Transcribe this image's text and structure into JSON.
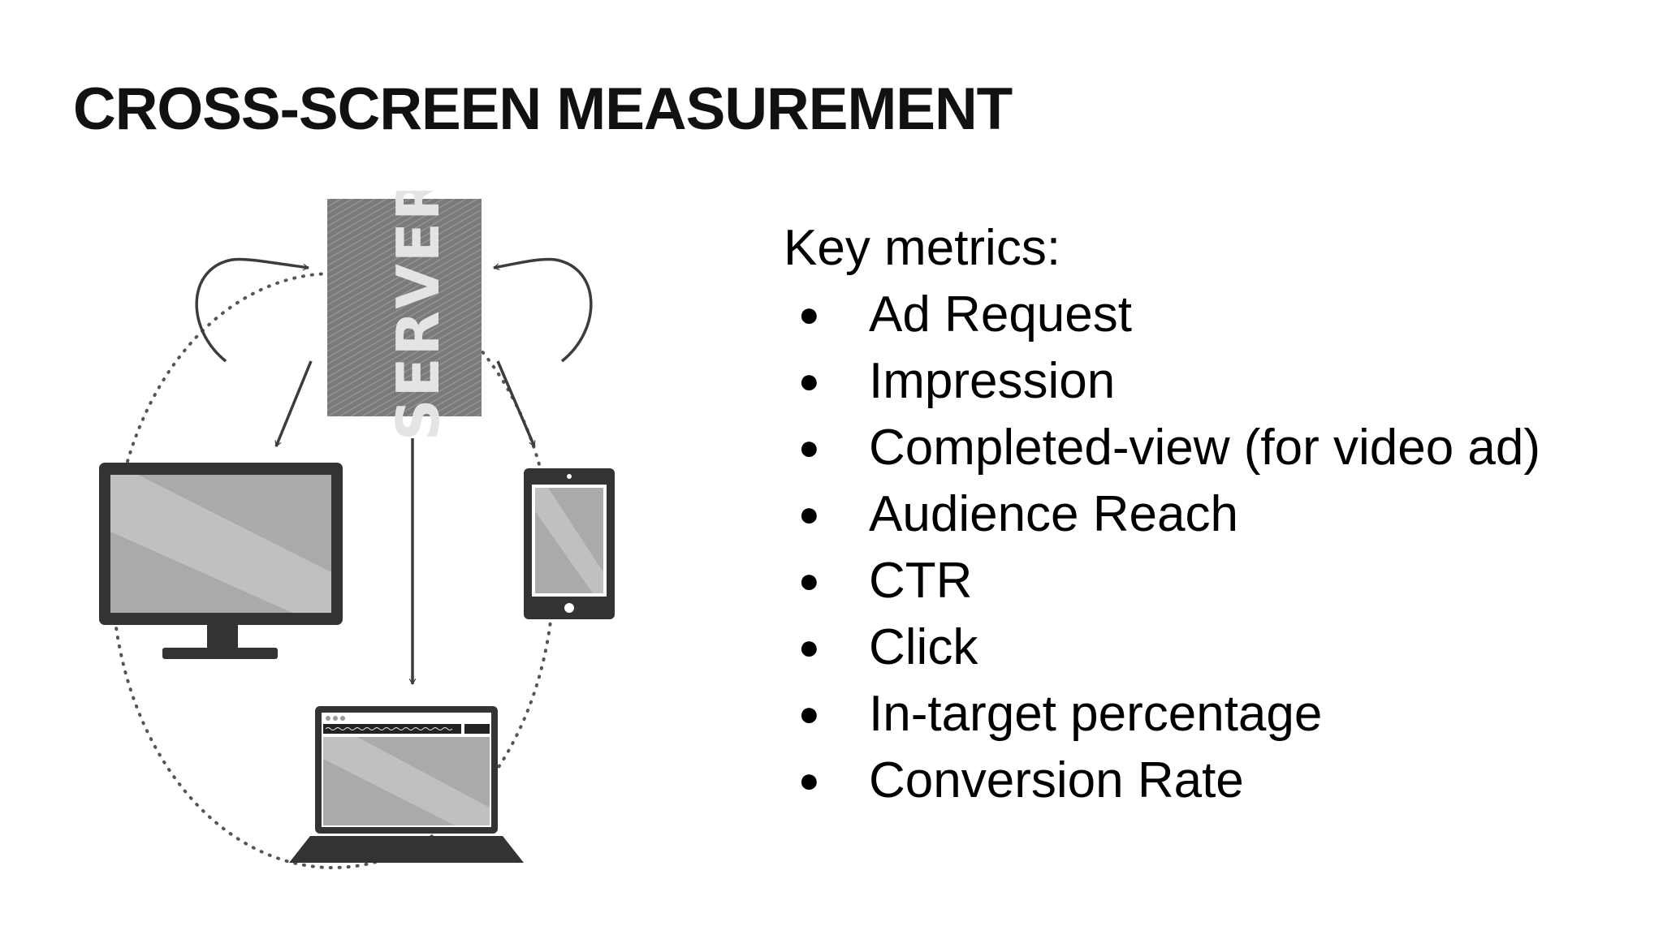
{
  "slide": {
    "title": "CROSS-SCREEN MEASUREMENT"
  },
  "diagram": {
    "server_label": "SERVER",
    "devices": [
      "monitor-icon",
      "tablet-icon",
      "laptop-icon"
    ]
  },
  "metrics": {
    "heading": "Key metrics:",
    "bullet": "●",
    "items": [
      "Ad Request",
      "Impression",
      "Completed-view (for video ad)",
      "Audience Reach",
      "CTR",
      "Click",
      "In-target percentage",
      "Conversion Rate"
    ]
  }
}
